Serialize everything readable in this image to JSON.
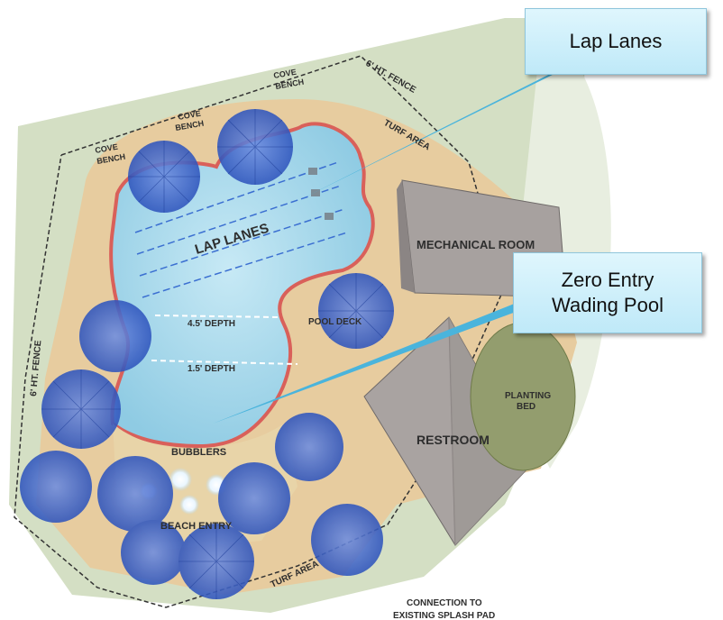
{
  "callouts": {
    "lap_lanes": "Lap Lanes",
    "zero_entry_line1": "Zero Entry",
    "zero_entry_line2": "Wading Pool"
  },
  "labels": {
    "fence_top": "6' HT. FENCE",
    "fence_left": "6' HT. FENCE",
    "turf_top": "TURF AREA",
    "turf_bottom": "TURF AREA",
    "cove_bench_1a": "COVE",
    "cove_bench_1b": "BENCH",
    "cove_bench_2a": "COVE",
    "cove_bench_2b": "BENCH",
    "cove_bench_3a": "COVE",
    "cove_bench_3b": "BENCH",
    "lap_lanes": "LAP LANES",
    "depth_45": "4.5' DEPTH",
    "depth_15": "1.5' DEPTH",
    "pool_deck": "POOL DECK",
    "bubblers": "BUBBLERS",
    "beach_entry": "BEACH ENTRY",
    "mechanical_room": "MECHANICAL ROOM",
    "restroom": "RESTROOM",
    "planting_bed_a": "PLANTING",
    "planting_bed_b": "BED",
    "connection_a": "CONNECTION TO",
    "connection_b": "EXISTING SPLASH PAD"
  },
  "colors": {
    "turf": "#cfdcc0",
    "deck": "#e6c99c",
    "pool": "#a8d8ea",
    "pool_edge": "#d9605a",
    "umbrella": "#3b63c9",
    "building": "#a9a3a1",
    "planting": "#8f9a6a",
    "callout": "#c6ecfa"
  }
}
